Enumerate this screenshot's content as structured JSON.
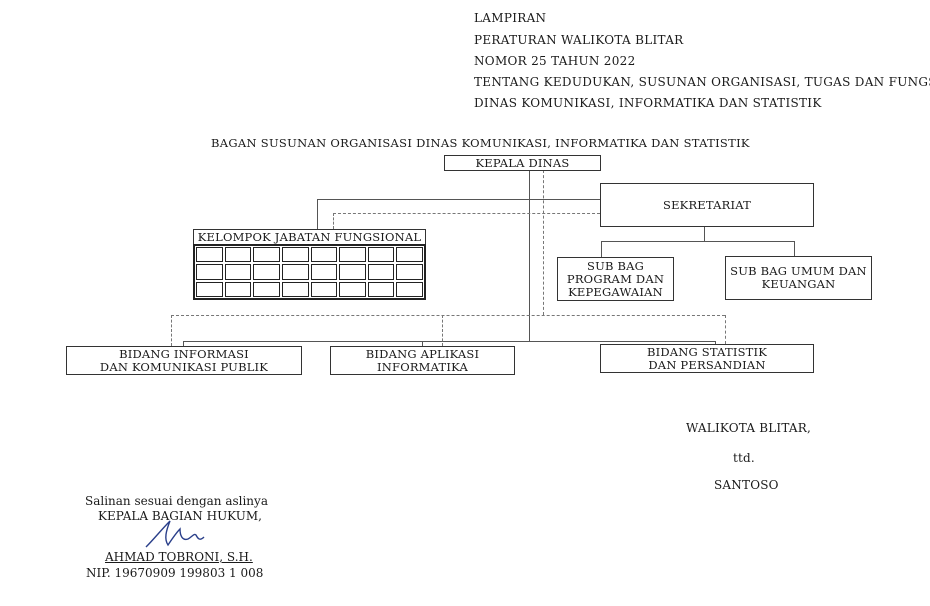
{
  "header": {
    "line1": "LAMPIRAN",
    "line2": "PERATURAN WALIKOTA BLITAR",
    "line3": "NOMOR 25 TAHUN 2022",
    "line4": "TENTANG KEDUDUKAN, SUSUNAN ORGANISASI, TUGAS DAN FUNGSI",
    "line5": "DINAS KOMUNIKASI, INFORMATIKA DAN STATISTIK"
  },
  "chart_title": "BAGAN  SUSUNAN ORGANISASI DINAS KOMUNIKASI, INFORMATIKA DAN STATISTIK",
  "nodes": {
    "kepala": "KEPALA DINAS",
    "sekretariat": "SEKRETARIAT",
    "fungsional": "KELOMPOK JABATAN FUNGSIONAL",
    "subbag_program_1": "SUB BAG",
    "subbag_program_2": "PROGRAM DAN",
    "subbag_program_3": "KEPEGAWAIAN",
    "subbag_umum_1": "SUB BAG UMUM DAN",
    "subbag_umum_2": "KEUANGAN",
    "bidang_ikp_1": "BIDANG  INFORMASI",
    "bidang_ikp_2": "DAN KOMUNIKASI PUBLIK",
    "bidang_aptika_1": "BIDANG  APLIKASI",
    "bidang_aptika_2": "INFORMATIKA",
    "bidang_statistik_1": "BIDANG  STATISTIK",
    "bidang_statistik_2": "DAN PERSANDIAN"
  },
  "signature": {
    "office": "WALIKOTA BLITAR,",
    "ttd": "ttd.",
    "name": "SANTOSO"
  },
  "footer": {
    "line1": "Salinan sesuai dengan aslinya",
    "line2": "KEPALA BAGIAN HUKUM,",
    "name": "AHMAD TOBRONI, S.H.",
    "nip": "NIP.  19670909 199803 1 008"
  }
}
